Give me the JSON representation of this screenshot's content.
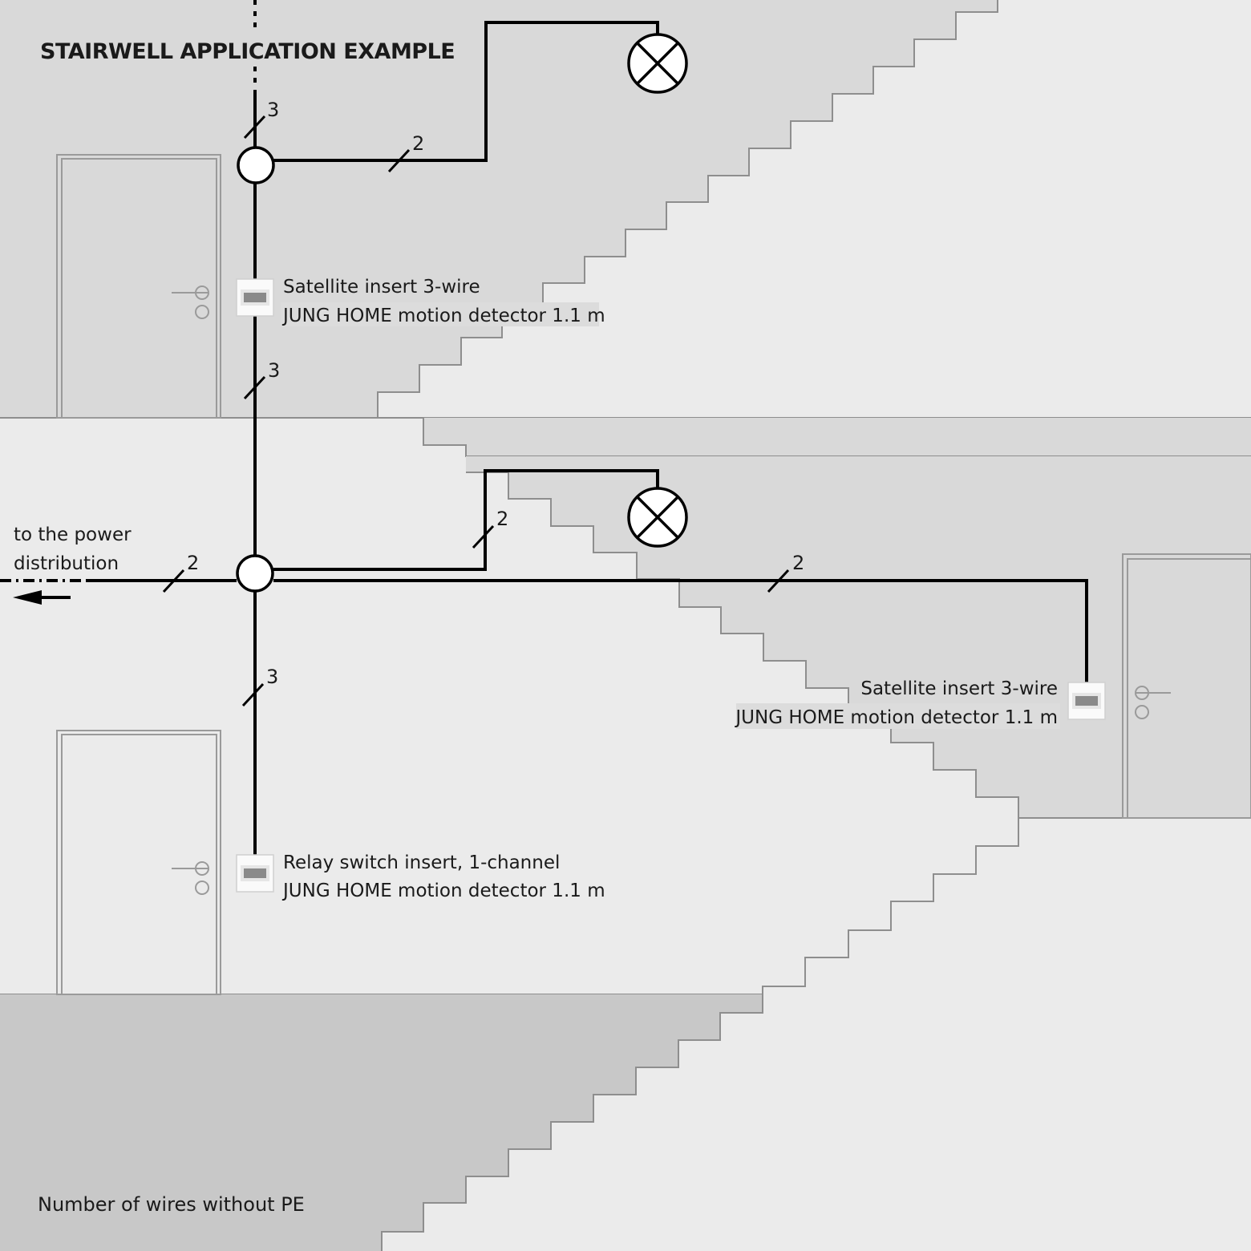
{
  "diagram": {
    "title": "STAIRWELL APPLICATION EXAMPLE",
    "footer_note": "Number of wires without PE",
    "power_label": [
      "to the power",
      "distribution"
    ],
    "devices": {
      "upper_satellite": [
        "Satellite insert 3-wire",
        "JUNG HOME motion detector 1.1 m"
      ],
      "right_satellite": [
        "Satellite insert 3-wire",
        "JUNG HOME motion detector 1.1 m"
      ],
      "relay": [
        "Relay switch insert, 1-channel",
        "JUNG HOME motion detector 1.1 m"
      ]
    },
    "wire_counts": {
      "riser_top": "3",
      "upper_lamp": "2",
      "riser_mid": "3",
      "lower_lamp": "2",
      "power": "2",
      "right_branch": "2",
      "riser_bottom": "3"
    },
    "colors": {
      "background": "#ebebeb",
      "stair_fill_upper": "#d9d9d9",
      "stair_fill_lower": "#c8c8c8",
      "wire": "#000000",
      "label_highlight": "#dcdcdc"
    },
    "icons": [
      "lamp-icon",
      "junction-box-icon",
      "motion-detector-icon",
      "door-icon",
      "arrow-left-icon"
    ]
  }
}
